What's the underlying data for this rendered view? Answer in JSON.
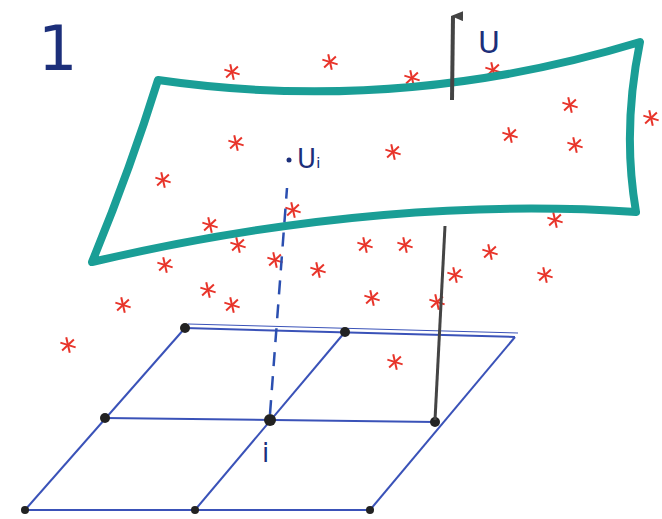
{
  "diagram": {
    "labels": [
      "1",
      "U",
      "Uᵢ",
      "i"
    ]
  }
}
